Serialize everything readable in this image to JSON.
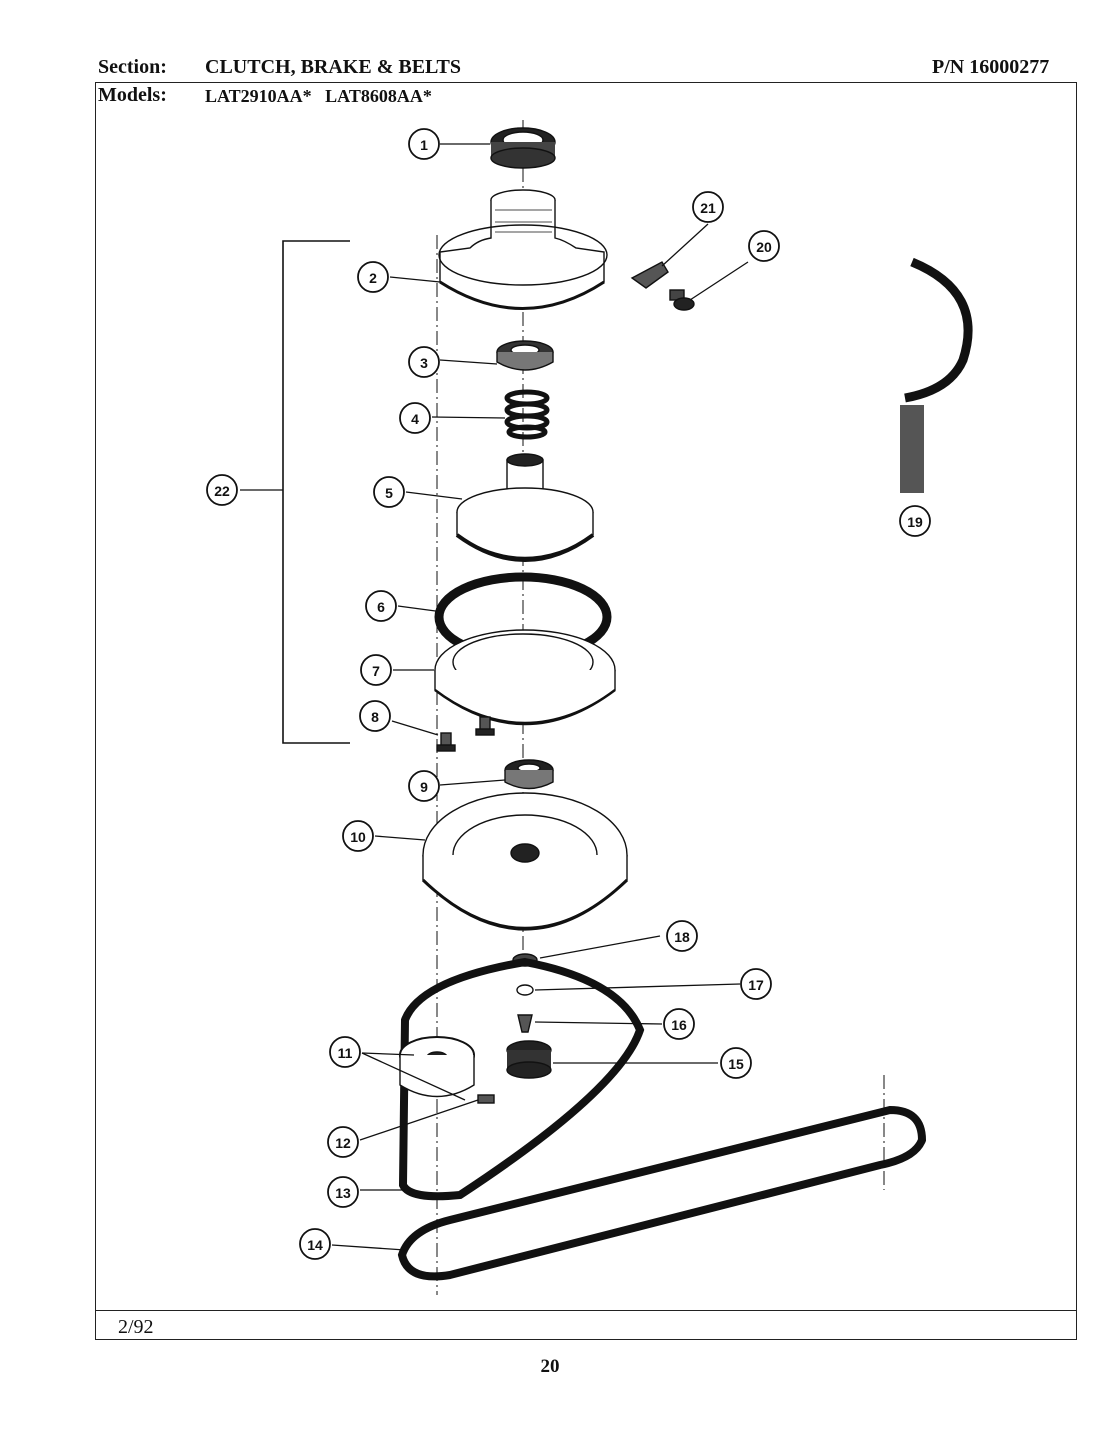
{
  "header": {
    "section_label": "Section:",
    "section_value": "CLUTCH, BRAKE & BELTS",
    "part_number": "P/N 16000277",
    "models_label": "Models:",
    "models_value": "LAT2910AA*   LAT8608AA*"
  },
  "footer": {
    "date": "2/92",
    "page_number": "20"
  },
  "callouts": [
    "1",
    "2",
    "3",
    "4",
    "5",
    "6",
    "7",
    "8",
    "9",
    "10",
    "11",
    "12",
    "13",
    "14",
    "15",
    "16",
    "17",
    "18",
    "19",
    "20",
    "21",
    "22"
  ],
  "colors": {
    "ink": "#111111",
    "paper": "#ffffff"
  }
}
